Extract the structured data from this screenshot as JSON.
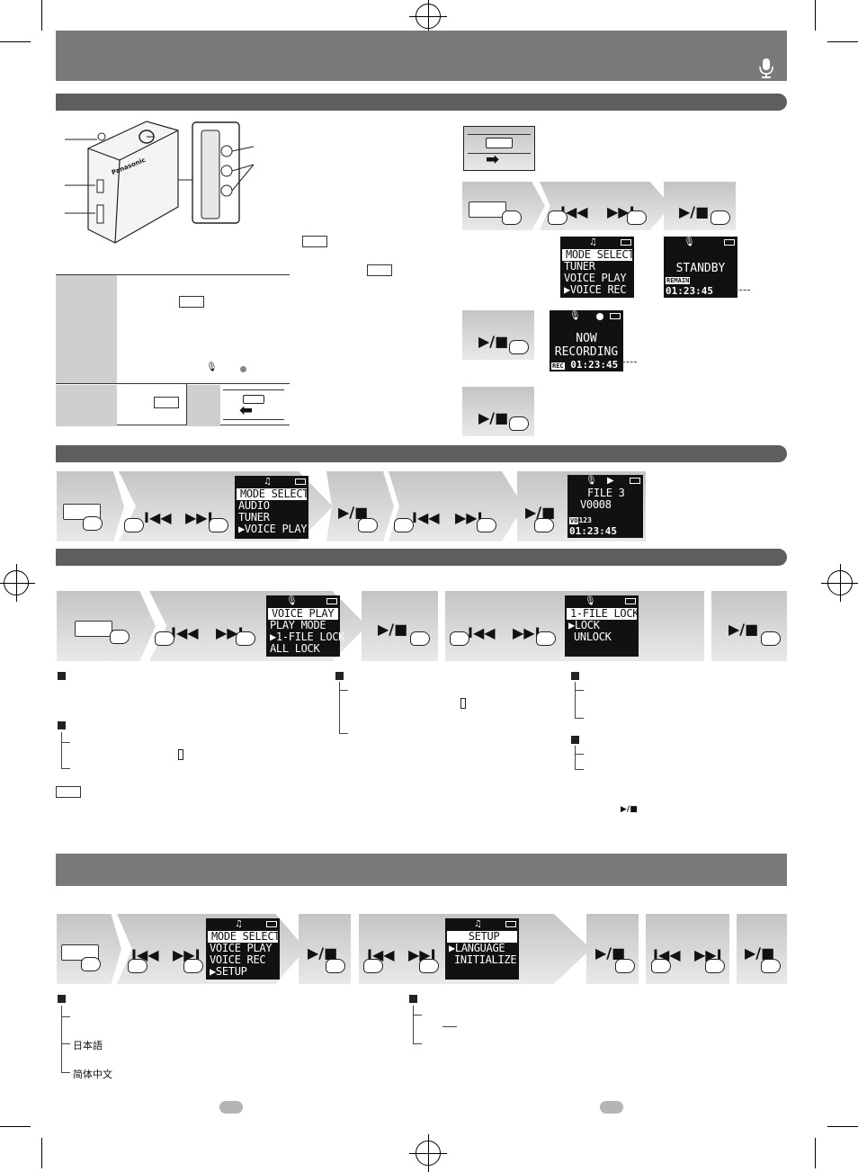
{
  "device": {
    "brand": "Panasonic"
  },
  "screens": {
    "standby": {
      "rows": [
        "STANDBY"
      ],
      "badge": "REMAIN",
      "time": "01:23:45"
    },
    "recording": {
      "rows": [
        "NOW",
        "RECORDING"
      ],
      "badge": "REC",
      "time": "01:23:45"
    },
    "mode_rec": {
      "rows": [
        "MODE SELECT",
        "TUNER",
        "VOICE PLAY",
        "▶VOICE REC"
      ]
    },
    "mode_play": {
      "rows": [
        "MODE SELECT",
        "AUDIO",
        "TUNER",
        "▶VOICE PLAY"
      ]
    },
    "file_info": {
      "rows": [
        "FILE  3",
        "V0008"
      ],
      "badge": "VO",
      "badge_num": "123",
      "time": "01:23:45"
    },
    "voice_play_menu": {
      "rows": [
        "VOICE PLAY",
        "PLAY MODE",
        "▶1-FILE LOCK",
        "ALL LOCK"
      ]
    },
    "file_lock": {
      "rows": [
        "1-FILE LOCK",
        "▶LOCK",
        "UNLOCK"
      ]
    },
    "mode_setup": {
      "rows": [
        "MODE SELECT",
        "VOICE PLAY",
        "VOICE REC",
        "▶SETUP"
      ]
    },
    "setup": {
      "rows": [
        "SETUP",
        "▶LANGUAGE",
        "INITIALIZE"
      ]
    }
  },
  "languages": [
    "日本語",
    "简体中文"
  ],
  "glyphs": {
    "skip_back": "I◀◀",
    "skip_fwd": "▶▶I",
    "play_stop": "▶/■",
    "arrow_right": "➡",
    "arrow_left": "⬅",
    "mic": "🎙"
  }
}
